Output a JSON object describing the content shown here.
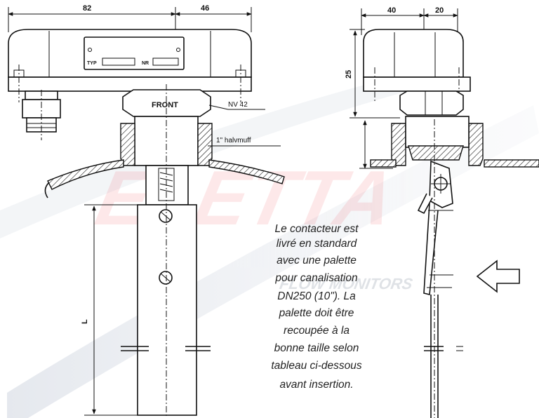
{
  "dimensions": {
    "top_width_left": "82",
    "top_width_right": "46",
    "side_width": "40",
    "side_offset": "20",
    "height_head": "25",
    "length": "L"
  },
  "labels": {
    "front": "FRONT",
    "nut": "NV 42",
    "coupling": "1\" halvmuff",
    "plate_type": "TYP",
    "plate_nr": "NR"
  },
  "note": {
    "lines": [
      "Le contacteur est",
      "livré en standard",
      "avec une palette",
      "pour canalisation",
      "DN250 (10\"). La",
      "palette doit être",
      "recoupée à la",
      "bonne taille selon",
      "tableau ci-dessous",
      "avant insertion."
    ]
  },
  "watermark": {
    "brand": "ELETTA",
    "tagline": "FLOW MONITORS",
    "color": "#e8323c"
  }
}
